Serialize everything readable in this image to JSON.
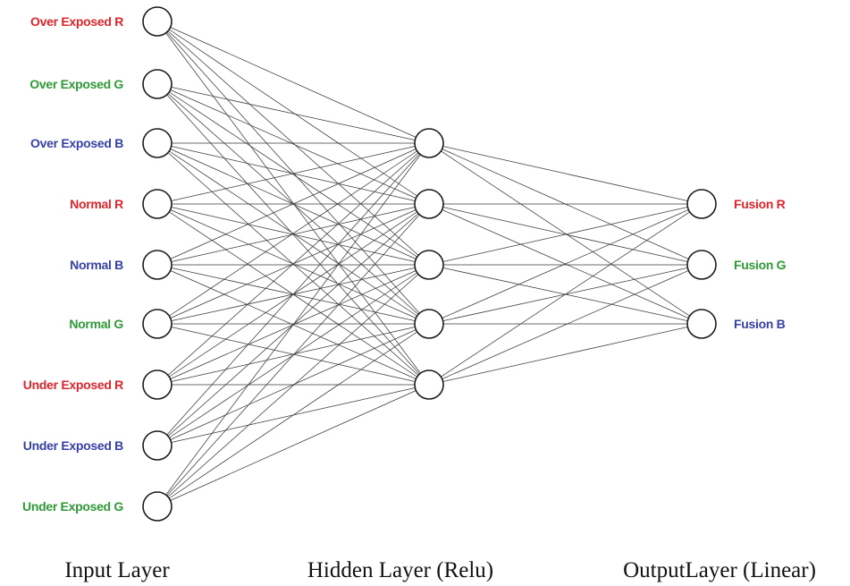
{
  "colors": {
    "red": "#e0242b",
    "green": "#2e9a35",
    "blue": "#3540a8"
  },
  "layers": {
    "input": {
      "title": "Input Layer",
      "nodes": [
        {
          "label": "Over Exposed R",
          "color": "red"
        },
        {
          "label": "Over Exposed G",
          "color": "green"
        },
        {
          "label": "Over Exposed B",
          "color": "blue"
        },
        {
          "label": "Normal R",
          "color": "red"
        },
        {
          "label": "Normal B",
          "color": "blue"
        },
        {
          "label": "Normal G",
          "color": "green"
        },
        {
          "label": "Under Exposed R",
          "color": "red"
        },
        {
          "label": "Under Exposed B",
          "color": "blue"
        },
        {
          "label": "Under Exposed G",
          "color": "green"
        }
      ]
    },
    "hidden": {
      "title": "Hidden Layer (Relu)",
      "node_count": 5
    },
    "output": {
      "title": "OutputLayer (Linear)",
      "nodes": [
        {
          "label": "Fusion R",
          "color": "red"
        },
        {
          "label": "Fusion G",
          "color": "green"
        },
        {
          "label": "Fusion B",
          "color": "blue"
        }
      ]
    }
  }
}
